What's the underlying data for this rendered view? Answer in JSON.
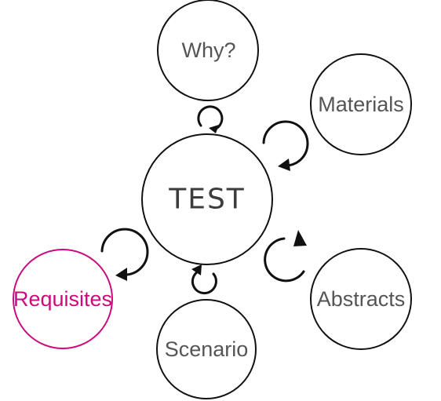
{
  "diagram": {
    "center": {
      "label": "TEST"
    },
    "nodes": {
      "why": {
        "label": "Why?"
      },
      "materials": {
        "label": "Materials"
      },
      "abstracts": {
        "label": "Abstracts"
      },
      "scenario": {
        "label": "Scenario"
      },
      "requisites": {
        "label": "Requisites",
        "color": "#cc0a7f"
      }
    },
    "outline_color": "#111111",
    "text_color": "#555555"
  }
}
